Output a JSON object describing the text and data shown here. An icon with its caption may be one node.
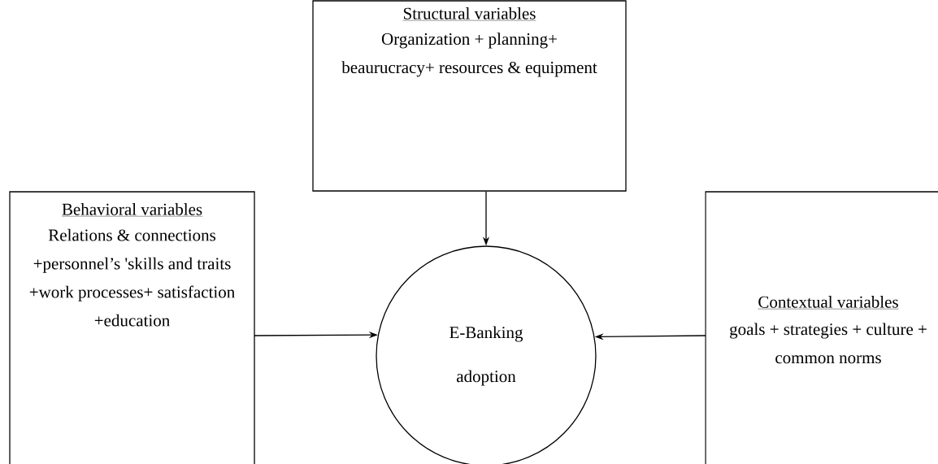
{
  "diagram": {
    "nodes": [
      {
        "text": [
          "Structural variables",
          "Organization + planning+ beaurucracy+ resources & equipment"
        ]
      },
      {
        "text": [
          "Behavioral variables",
          "Relations & connections +personnel’s 'skills and traits +work processes+ satisfaction +education"
        ]
      },
      {
        "text": [
          "E-Banking adoption"
        ]
      },
      {
        "text": [
          "Contextual variables",
          "goals + strategies + culture + common norms"
        ]
      }
    ],
    "edges": [
      {
        "from": 0,
        "to": 2,
        "arrow": "to"
      },
      {
        "from": 1,
        "to": 2,
        "arrow": "to"
      },
      {
        "from": 3,
        "to": 2,
        "arrow": "to"
      }
    ]
  }
}
